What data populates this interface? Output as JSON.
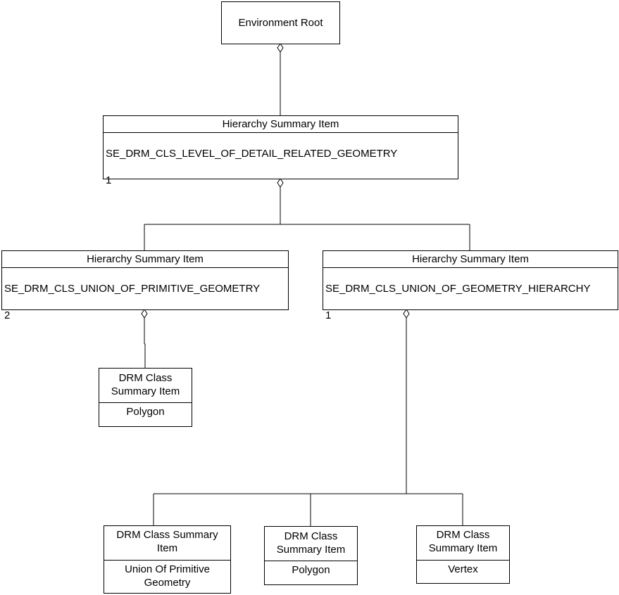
{
  "diagram": {
    "root": {
      "label": "Environment Root"
    },
    "level_of_detail": {
      "header": "Hierarchy Summary Item",
      "class_name": "SE_DRM_CLS_LEVEL_OF_DETAIL_RELATED_GEOMETRY",
      "count": "1"
    },
    "union_primitive": {
      "header": "Hierarchy Summary Item",
      "class_name": "SE_DRM_CLS_UNION_OF_PRIMITIVE_GEOMETRY",
      "count": "2"
    },
    "union_hierarchy": {
      "header": "Hierarchy Summary Item",
      "class_name": "SE_DRM_CLS_UNION_OF_GEOMETRY_HIERARCHY",
      "count": "1"
    },
    "polygon_left": {
      "header": "DRM Class\nSummary Item",
      "name": "Polygon"
    },
    "union_of_primitive_geometry": {
      "header": "DRM Class Summary\nItem",
      "name": "Union Of Primitive\nGeometry"
    },
    "polygon_bottom": {
      "header": "DRM Class\nSummary Item",
      "name": "Polygon"
    },
    "vertex": {
      "header": "DRM Class\nSummary Item",
      "name": "Vertex"
    }
  },
  "colors": {
    "line": "#000000",
    "background": "#ffffff"
  }
}
